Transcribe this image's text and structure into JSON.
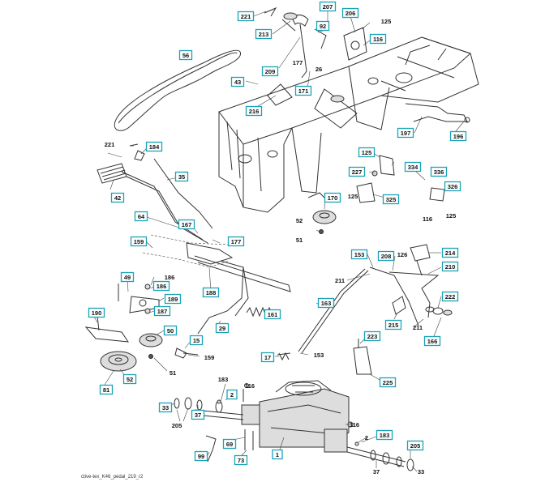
{
  "caption": "ctive-tex_K46_pedal_219_r2",
  "callouts": [
    {
      "id": "c221a",
      "text": "221",
      "boxed": true
    },
    {
      "id": "c213",
      "text": "213",
      "boxed": true
    },
    {
      "id": "c207",
      "text": "207",
      "boxed": true
    },
    {
      "id": "c206",
      "text": "206",
      "boxed": true
    },
    {
      "id": "c125a",
      "text": "125",
      "boxed": false
    },
    {
      "id": "c92",
      "text": "92",
      "boxed": true
    },
    {
      "id": "c116a",
      "text": "116",
      "boxed": true
    },
    {
      "id": "c56",
      "text": "56",
      "boxed": true
    },
    {
      "id": "c177a",
      "text": "177",
      "boxed": false
    },
    {
      "id": "c26",
      "text": "26",
      "boxed": false
    },
    {
      "id": "c209",
      "text": "209",
      "boxed": true
    },
    {
      "id": "c43",
      "text": "43",
      "boxed": true
    },
    {
      "id": "c171",
      "text": "171",
      "boxed": true
    },
    {
      "id": "c216",
      "text": "216",
      "boxed": true
    },
    {
      "id": "c197",
      "text": "197",
      "boxed": true
    },
    {
      "id": "c196",
      "text": "196",
      "boxed": true
    },
    {
      "id": "c221b",
      "text": "221",
      "boxed": false
    },
    {
      "id": "c184",
      "text": "184",
      "boxed": true
    },
    {
      "id": "c125b",
      "text": "125",
      "boxed": true
    },
    {
      "id": "c334",
      "text": "334",
      "boxed": true
    },
    {
      "id": "c227",
      "text": "227",
      "boxed": true
    },
    {
      "id": "c336",
      "text": "336",
      "boxed": true
    },
    {
      "id": "c35",
      "text": "35",
      "boxed": true
    },
    {
      "id": "c125c",
      "text": "125",
      "boxed": false
    },
    {
      "id": "c326",
      "text": "326",
      "boxed": true
    },
    {
      "id": "c42",
      "text": "42",
      "boxed": true
    },
    {
      "id": "c170",
      "text": "170",
      "boxed": true
    },
    {
      "id": "c325",
      "text": "325",
      "boxed": true
    },
    {
      "id": "c52a",
      "text": "52",
      "boxed": false
    },
    {
      "id": "c116b",
      "text": "116",
      "boxed": false
    },
    {
      "id": "c125d",
      "text": "125",
      "boxed": false
    },
    {
      "id": "c64",
      "text": "64",
      "boxed": true
    },
    {
      "id": "c167",
      "text": "167",
      "boxed": true
    },
    {
      "id": "c51a",
      "text": "51",
      "boxed": false
    },
    {
      "id": "c177b",
      "text": "177",
      "boxed": true
    },
    {
      "id": "c159a",
      "text": "159",
      "boxed": true
    },
    {
      "id": "c153a",
      "text": "153",
      "boxed": true
    },
    {
      "id": "c208",
      "text": "208",
      "boxed": true
    },
    {
      "id": "c126",
      "text": "126",
      "boxed": false
    },
    {
      "id": "c214",
      "text": "214",
      "boxed": true
    },
    {
      "id": "c210",
      "text": "210",
      "boxed": true
    },
    {
      "id": "c211a",
      "text": "211",
      "boxed": false
    },
    {
      "id": "c49",
      "text": "49",
      "boxed": true
    },
    {
      "id": "c186a",
      "text": "186",
      "boxed": false
    },
    {
      "id": "c186b",
      "text": "186",
      "boxed": true
    },
    {
      "id": "c188",
      "text": "188",
      "boxed": true
    },
    {
      "id": "c189",
      "text": "189",
      "boxed": true
    },
    {
      "id": "c163",
      "text": "163",
      "boxed": true
    },
    {
      "id": "c222",
      "text": "222",
      "boxed": true
    },
    {
      "id": "c190",
      "text": "190",
      "boxed": true
    },
    {
      "id": "c187",
      "text": "187",
      "boxed": true
    },
    {
      "id": "c161",
      "text": "161",
      "boxed": true
    },
    {
      "id": "c215",
      "text": "215",
      "boxed": true
    },
    {
      "id": "c211b",
      "text": "211",
      "boxed": false
    },
    {
      "id": "c50",
      "text": "50",
      "boxed": true
    },
    {
      "id": "c29",
      "text": "29",
      "boxed": true
    },
    {
      "id": "c15",
      "text": "15",
      "boxed": true
    },
    {
      "id": "c166",
      "text": "166",
      "boxed": true
    },
    {
      "id": "c223",
      "text": "223",
      "boxed": true
    },
    {
      "id": "c159b",
      "text": "159",
      "boxed": false
    },
    {
      "id": "c17",
      "text": "17",
      "boxed": true
    },
    {
      "id": "c153b",
      "text": "153",
      "boxed": false
    },
    {
      "id": "c52b",
      "text": "52",
      "boxed": true
    },
    {
      "id": "c51b",
      "text": "51",
      "boxed": false
    },
    {
      "id": "c225",
      "text": "225",
      "boxed": true
    },
    {
      "id": "c81",
      "text": "81",
      "boxed": true
    },
    {
      "id": "c183a",
      "text": "183",
      "boxed": false
    },
    {
      "id": "c116c",
      "text": "116",
      "boxed": false
    },
    {
      "id": "c2a",
      "text": "2",
      "boxed": true
    },
    {
      "id": "c33a",
      "text": "33",
      "boxed": true
    },
    {
      "id": "c37a",
      "text": "37",
      "boxed": true
    },
    {
      "id": "c205a",
      "text": "205",
      "boxed": false
    },
    {
      "id": "c116d",
      "text": "116",
      "boxed": false
    },
    {
      "id": "c183b",
      "text": "183",
      "boxed": true
    },
    {
      "id": "c69",
      "text": "69",
      "boxed": true
    },
    {
      "id": "c2b",
      "text": "2",
      "boxed": false
    },
    {
      "id": "c1",
      "text": "1",
      "boxed": true
    },
    {
      "id": "c205b",
      "text": "205",
      "boxed": true
    },
    {
      "id": "c99",
      "text": "99",
      "boxed": true
    },
    {
      "id": "c73",
      "text": "73",
      "boxed": true
    },
    {
      "id": "c37b",
      "text": "37",
      "boxed": false
    },
    {
      "id": "c33b",
      "text": "33",
      "boxed": false
    }
  ]
}
